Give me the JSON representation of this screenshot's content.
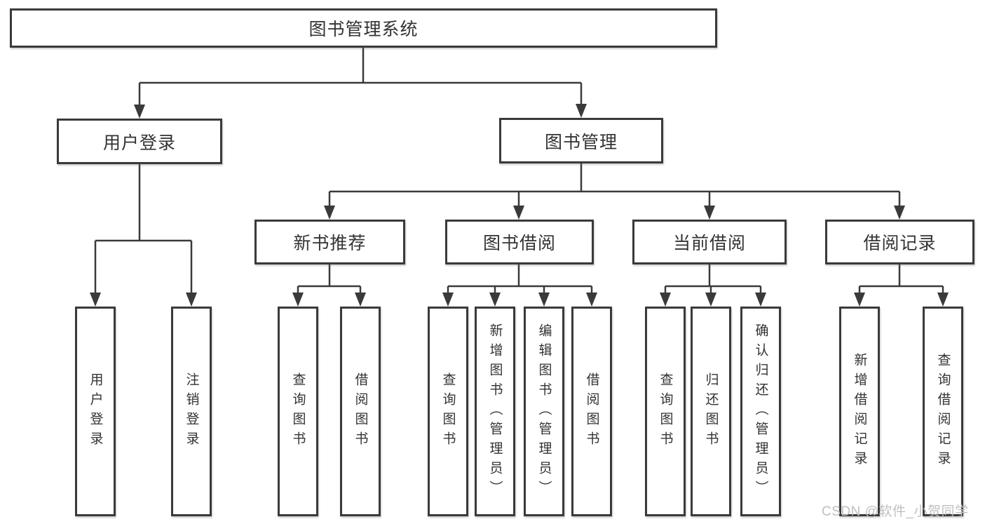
{
  "diagram": {
    "root": {
      "label": "图书管理系统"
    },
    "branches": [
      {
        "label": "用户登录",
        "children": [
          {
            "label": "用户登录"
          },
          {
            "label": "注销登录"
          }
        ]
      },
      {
        "label": "图书管理",
        "children": [
          {
            "label": "新书推荐",
            "children": [
              {
                "label": "查询图书"
              },
              {
                "label": "借阅图书"
              }
            ]
          },
          {
            "label": "图书借阅",
            "children": [
              {
                "label": "查询图书"
              },
              {
                "label": "新增图书（管理员）"
              },
              {
                "label": "编辑图书（管理员）"
              },
              {
                "label": "借阅图书"
              }
            ]
          },
          {
            "label": "当前借阅",
            "children": [
              {
                "label": "查询图书"
              },
              {
                "label": "归还图书"
              },
              {
                "label": "确认归还（管理员）"
              }
            ]
          },
          {
            "label": "借阅记录",
            "children": [
              {
                "label": "新增借阅记录"
              },
              {
                "label": "查询借阅记录"
              }
            ]
          }
        ]
      }
    ]
  },
  "watermark": {
    "text": "CSDN @软件_小贺同学"
  },
  "colors": {
    "line": "#3a3a3a",
    "text": "#333333",
    "watermark": "#bfbfbf",
    "background": "#ffffff"
  }
}
